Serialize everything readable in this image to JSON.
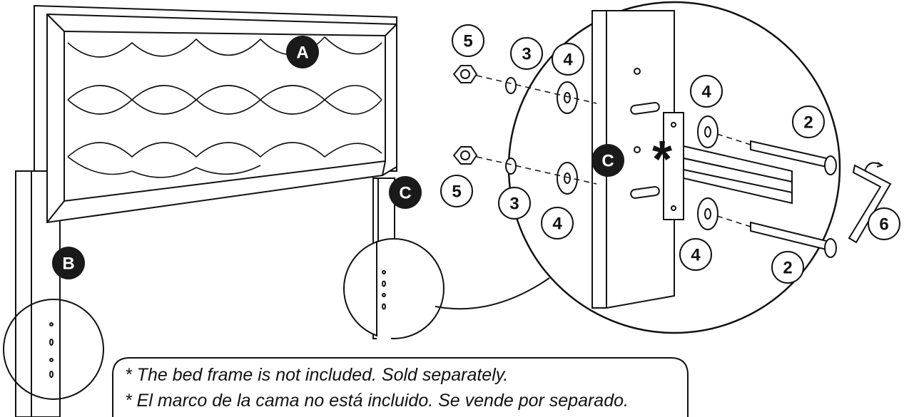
{
  "labels": {
    "headboard": "A",
    "post": "B",
    "bracket_post": "C",
    "zoom_post": "C"
  },
  "callouts": {
    "nut_top": "5",
    "lock_washer_top": "3",
    "washer_top": "4",
    "washer_bracket_top": "4",
    "bolt_top": "2",
    "nut_bottom": "5",
    "lock_washer_bottom": "3",
    "washer_bottom": "4",
    "washer_bracket_bottom": "4",
    "bolt_bottom": "2",
    "allen_key": "6"
  },
  "note": {
    "line_en": "* The bed frame is not included. Sold separately.",
    "line_es": "* El marco de la cama no está incluido. Se vende por separado."
  },
  "colors": {
    "ink": "#111111",
    "badge_fill": "#1a1a1a",
    "panel_fill": "#ffffff"
  }
}
